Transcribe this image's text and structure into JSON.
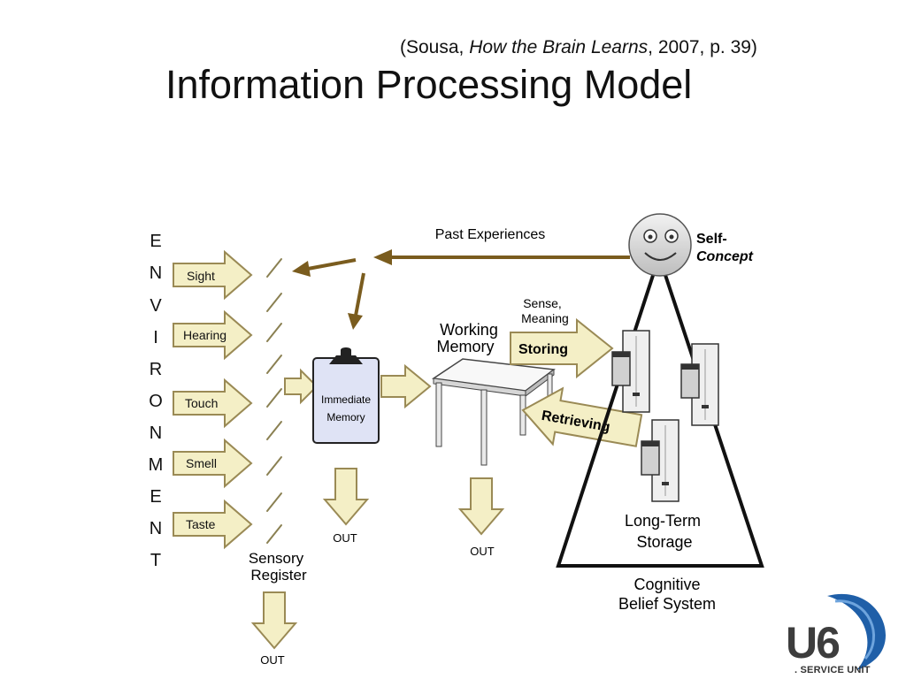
{
  "header": {
    "citation_open": "(Sousa, ",
    "citation_book": "How the Brain Learns",
    "citation_close": ", 2007, p. 39)",
    "title": "Information Processing Model"
  },
  "environment": {
    "letters": [
      "E",
      "N",
      "V",
      "I",
      "R",
      "O",
      "N",
      "M",
      "E",
      "N",
      "T"
    ]
  },
  "senses": [
    "Sight",
    "Hearing",
    "Touch",
    "Smell",
    "Taste"
  ],
  "sensory_register": {
    "line1": "Sensory",
    "line2": "Register",
    "out": "OUT"
  },
  "immediate_memory": {
    "line1": "Immediate",
    "line2": "Memory",
    "out": "OUT"
  },
  "working_memory": {
    "line1": "Working",
    "line2": "Memory",
    "out": "OUT"
  },
  "past_experiences": "Past Experiences",
  "self_concept": {
    "line1": "Self-",
    "line2": "Concept"
  },
  "sense_meaning": {
    "line1": "Sense,",
    "line2": "Meaning"
  },
  "storing": "Storing",
  "retrieving": "Retrieving",
  "long_term": {
    "line1": "Long-Term",
    "line2": "Storage"
  },
  "cognitive": {
    "line1": "Cognitive",
    "line2": "Belief System"
  },
  "logo": {
    "mark": "U6",
    "text": ". SERVICE UNIT"
  },
  "colors": {
    "arrow_fill": "#f4efc6",
    "arrow_stroke": "#9a8a55",
    "brown_arrow": "#7a5c1e",
    "memory_box": "#dfe3f5",
    "logo_blue": "#1f5fa8"
  }
}
